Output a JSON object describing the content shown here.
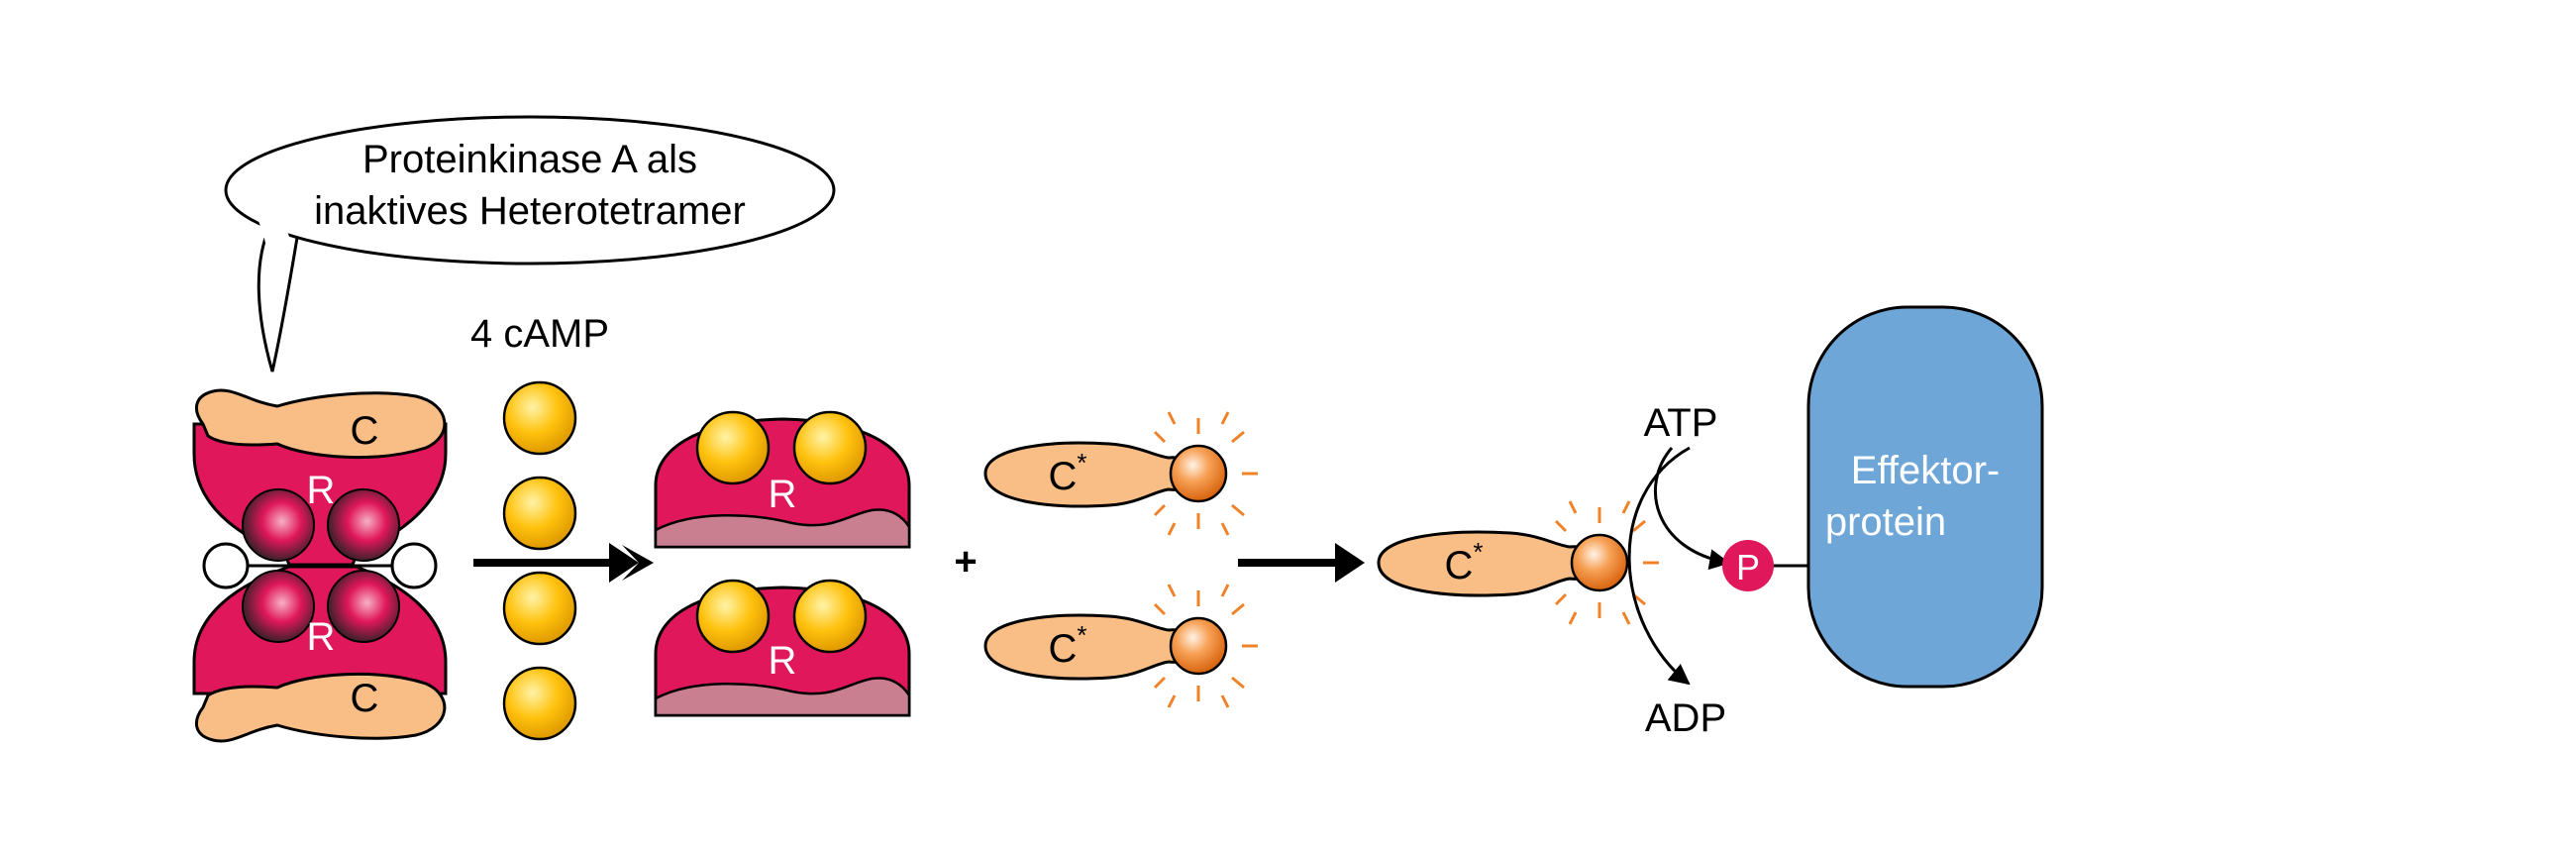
{
  "callout": {
    "line1": "Proteinkinase A als",
    "line2": "inaktives Heterotetramer"
  },
  "labels": {
    "camp": "4 cAMP",
    "catalytic": "C",
    "regulatory": "R",
    "active_catalytic": "C",
    "active_marker": "*",
    "plus": "+",
    "atp": "ATP",
    "adp": "ADP",
    "phosphate": "P",
    "effector_line1": "Effektor-",
    "effector_line2": "protein"
  },
  "colors": {
    "regulatory": "#e0175a",
    "regulatory_dark": "#8e0f3c",
    "catalytic": "#f9bd86",
    "active_head": "#f0832a",
    "camp": "#ffc20e",
    "effector": "#6fa6d8",
    "phosphate": "#e0175a",
    "arrow": "#000000"
  }
}
